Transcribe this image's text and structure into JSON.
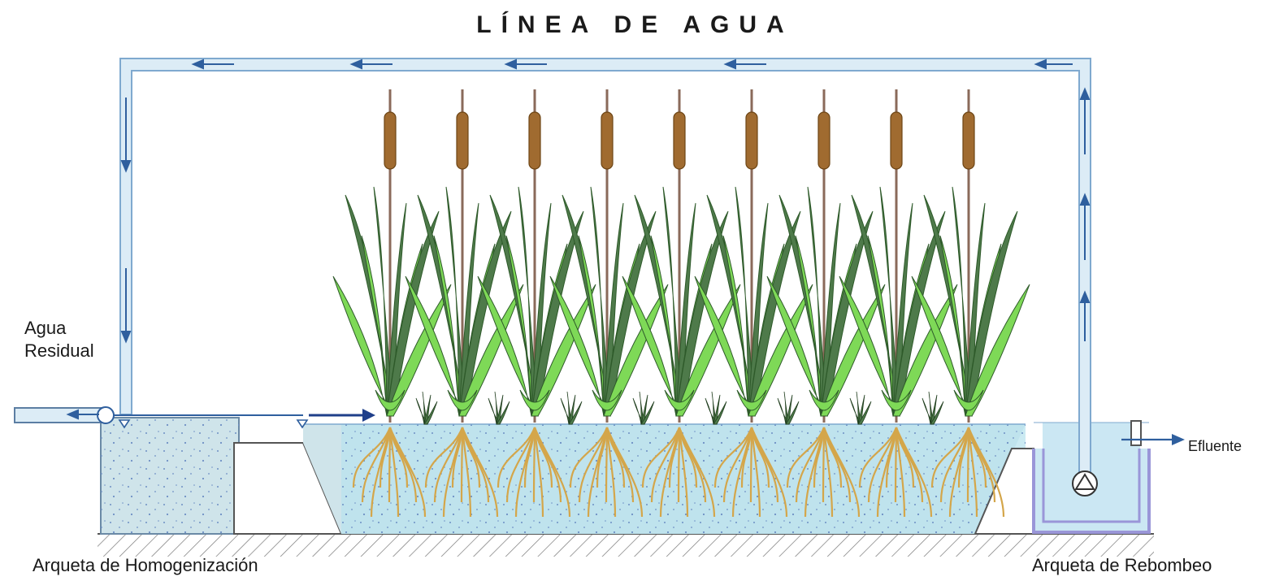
{
  "title": "LÍNEA DE AGUA",
  "labels": {
    "influent_line1": "Agua",
    "influent_line2": "Residual",
    "effluent": "Efluente",
    "homogenization_tank": "Arqueta de Homogenización",
    "repumping_tank": "Arqueta de Rebombeo"
  },
  "colors": {
    "pipe_fill": "#dcecf6",
    "pipe_stroke": "#7fa9cf",
    "flow_arrow": "#2f5f9e",
    "water": "#b9e3ee",
    "tank_water": "#cfe4ea",
    "rebombeo_wall": "#c9c6ec",
    "leaf_light": "#7ed957",
    "leaf_dark": "#4e7a4a",
    "cattail_head": "#a06b30",
    "roots": "#d4a64a"
  },
  "icons": {
    "pump": "pump-icon",
    "water_level": "water-level-icon",
    "valve": "valve-icon"
  },
  "plants": {
    "count": 9,
    "seedlings": 8
  }
}
